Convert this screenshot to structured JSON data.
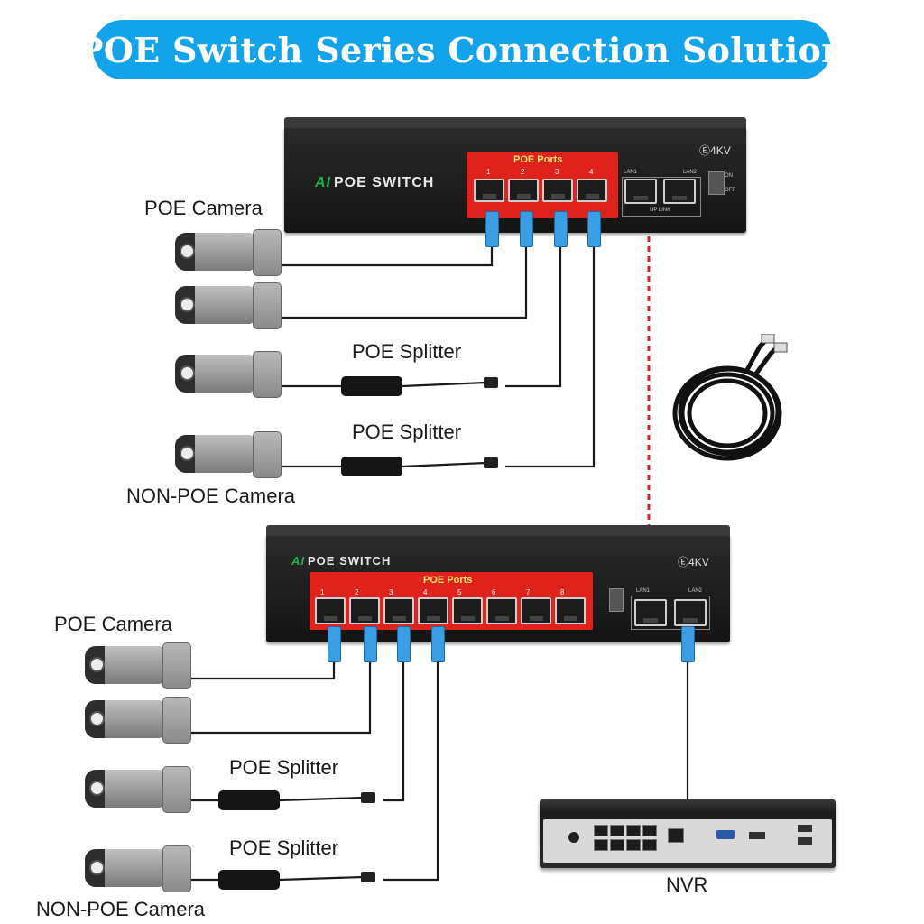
{
  "title": "POE Switch Series Connection Solution",
  "colors": {
    "banner": "#13a3ea",
    "poe_panel": "#e0221d",
    "rj45_plug": "#3a9ee4",
    "uplink_dashed": "#e0221d"
  },
  "top_switch": {
    "brand_prefix": "AI",
    "brand": "POE SWITCH",
    "surge": "4KV",
    "panel_title": "POE Ports",
    "ports": [
      "1",
      "2",
      "3",
      "4"
    ],
    "lan_ports": [
      "LAN1",
      "LAN2"
    ],
    "lan_group": "UP LINK",
    "switch_labels": [
      "ON",
      "OFF"
    ]
  },
  "bottom_switch": {
    "brand_prefix": "AI",
    "brand": "POE SWITCH",
    "surge": "4KV",
    "panel_title": "POE Ports",
    "ports": [
      "1",
      "2",
      "3",
      "4",
      "5",
      "6",
      "7",
      "8"
    ],
    "lan_ports": [
      "LAN1",
      "LAN2"
    ]
  },
  "labels": {
    "poe_camera_top": "POE Camera",
    "poe_splitter_1": "POE Splitter",
    "poe_splitter_2": "POE Splitter",
    "non_poe_camera_top": "NON-POE Camera",
    "poe_camera_bottom": "POE Camera",
    "poe_splitter_3": "POE Splitter",
    "poe_splitter_4": "POE Splitter",
    "non_poe_camera_bottom": "NON-POE Camera",
    "nvr": "NVR"
  },
  "icons": [
    "camera-icon",
    "splitter-icon",
    "rj45-plug-icon",
    "cable-coil-icon",
    "nvr-icon",
    "surge-protection-icon"
  ]
}
